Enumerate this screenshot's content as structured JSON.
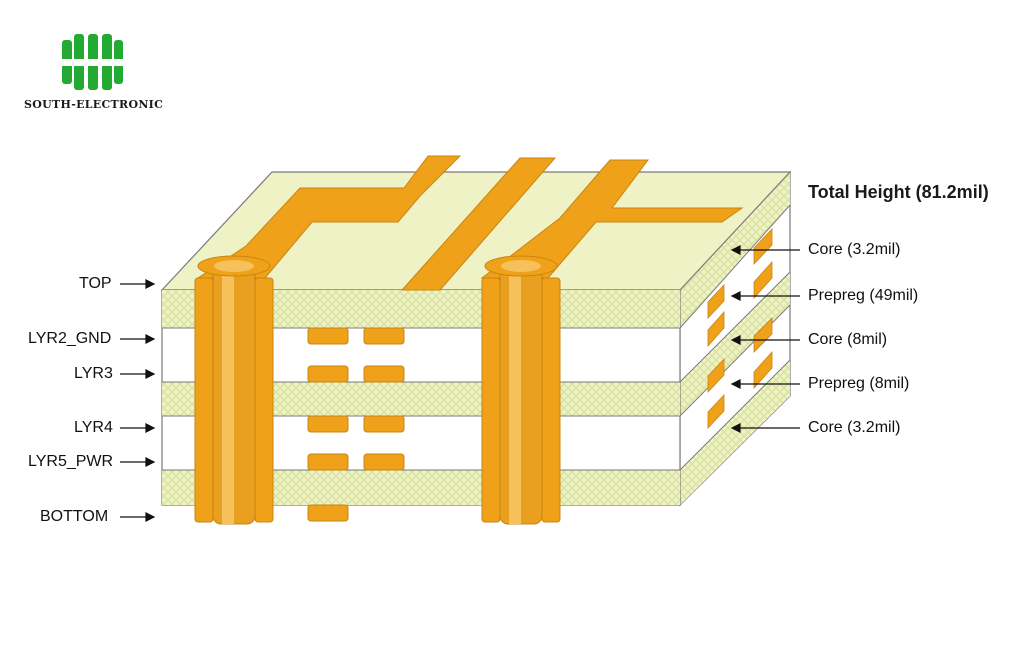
{
  "logo": {
    "text": "SOUTH-ELECTRONIC",
    "icon": "south-electronic-logo-icon",
    "color": "#22aa33"
  },
  "diagram": {
    "total_height": "Total Height (81.2mil)",
    "left_layers": [
      "TOP",
      "LYR2_GND",
      "LYR3",
      "LYR4",
      "LYR5_PWR",
      "BOTTOM"
    ],
    "right_layers": [
      "Core (3.2mil)",
      "Prepreg (49mil)",
      "Core (8mil)",
      "Prepreg (8mil)",
      "Core (3.2mil)"
    ],
    "colors": {
      "dielectric": "#eef2c4",
      "dielectric_dark": "#d9e2a2",
      "copper": "#f0a11a",
      "copper_dark": "#d3840b",
      "outline": "#6f6f6f"
    }
  }
}
